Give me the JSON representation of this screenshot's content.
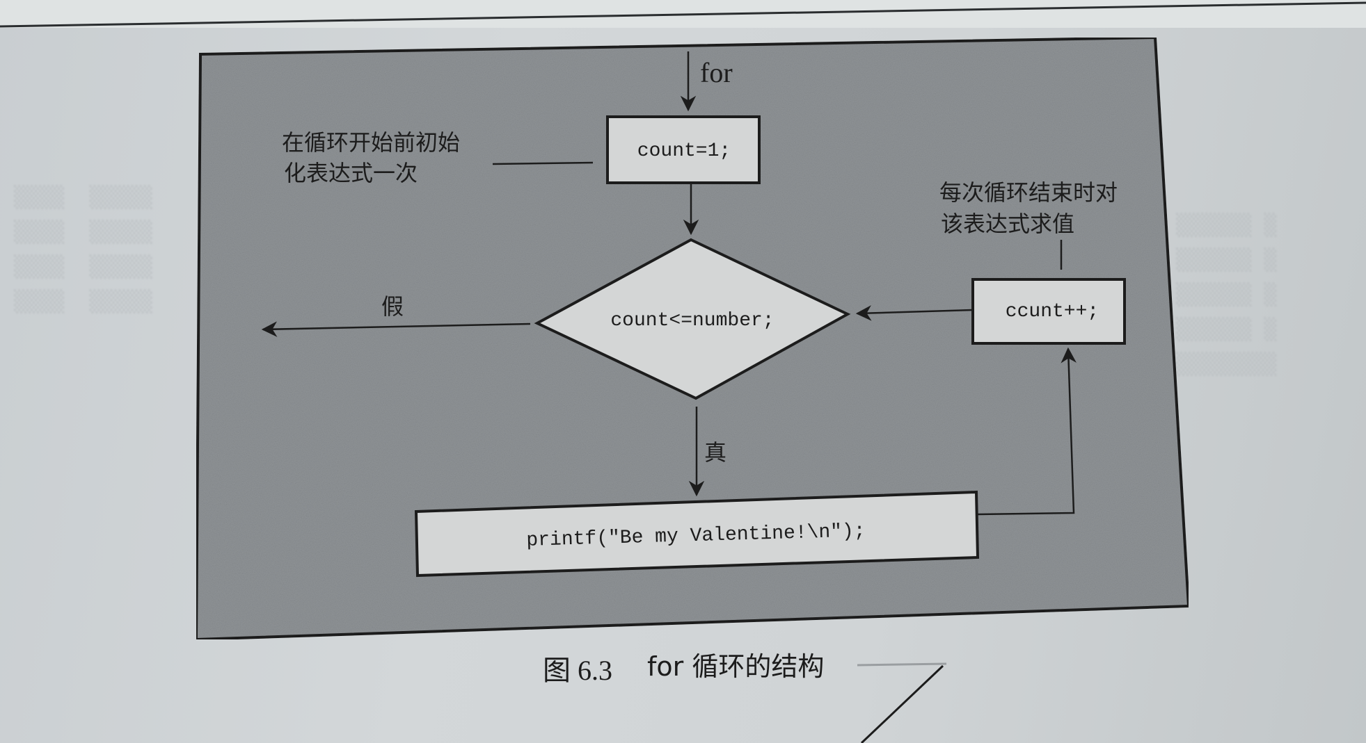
{
  "figure": {
    "entry_label": "for",
    "init_box": "count=1;",
    "init_annotation_line1": "在循环开始前初始",
    "init_annotation_line2": "化表达式一次",
    "condition": "count<=number;",
    "false_label": "假",
    "true_label": "真",
    "body_box": "printf(\"Be my Valentine!\\n\");",
    "update_box": "ccunt++;",
    "update_annotation_line1": "每次循环结束时对",
    "update_annotation_line2": "该表达式求值"
  },
  "caption": {
    "number": "图 6.3",
    "title": "for 循环的结构"
  },
  "colors": {
    "panel": "#8f9396",
    "box_fill": "#d4d6d6",
    "ink": "#1c1c1c",
    "paper": "#d0d4d6"
  }
}
